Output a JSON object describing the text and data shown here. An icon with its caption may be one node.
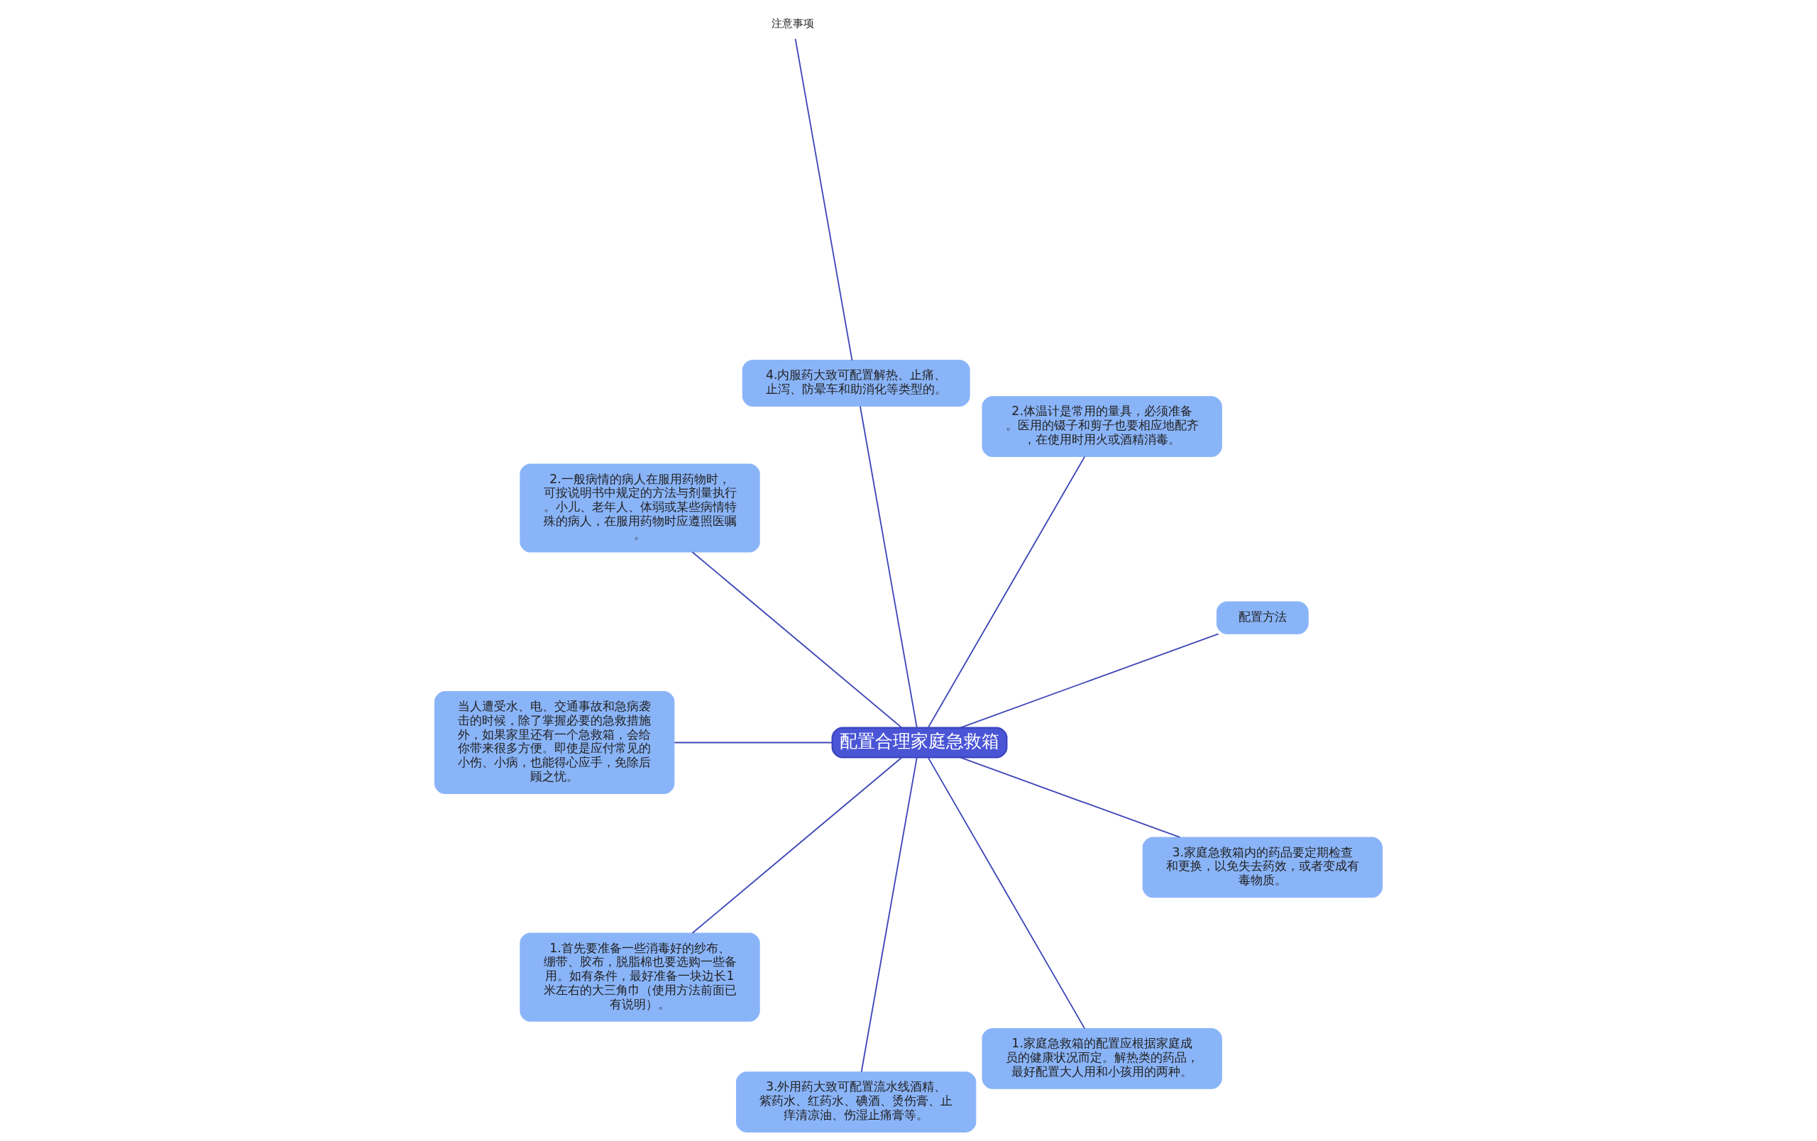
{
  "diagram": {
    "nodes": [
      {
        "text": [
          "配置合理家庭急救箱"
        ]
      },
      {
        "text": [
          "配置方法"
        ]
      },
      {
        "text": [
          "2.体温计是常用的量具，必须准备。医用的镊子和剪子也要相应地配齐，在使用时用火或酒精消毒。"
        ]
      },
      {
        "text": [
          "4.内服药大致可配置解热、止痛、止泻、防晕车和助消化等类型的。"
        ]
      },
      {
        "text": [
          "2.一般病情的病人在服用药物时，可按说明书中规定的方法与剂量执行。小儿、老年人、体弱或某些病情特殊的病人，在服用药物时应遵照医嘱。"
        ]
      },
      {
        "text": [
          "注意事项"
        ]
      },
      {
        "text": [
          "当人遭受水、电、交通事故和急病袭击的时候，除了掌握必要的急救措施外，如果家里还有一个急救箱，会给你带来很多方便。即使是应付常见的小伤、小病，也能得心应手，免除后顾之忧。"
        ]
      },
      {
        "text": [
          "1.首先要准备一些消毒好的纱布、绷带、胶布，脱脂棉也要选购一些备用。如有条件，最好准备一块边长1米左右的大三角巾（使用方法前面已有说明）。"
        ]
      },
      {
        "text": [
          "3.外用药大致可配置流水线酒精、紫药水、红药水、碘酒、烫伤膏、止痒清凉油、伤湿止痛膏等。"
        ]
      },
      {
        "text": [
          "1.家庭急救箱的配置应根据家庭成员的健康状况而定。解热类的药品，最好配置大人用和小孩用的两种。"
        ]
      },
      {
        "text": [
          "3.家庭急救箱内的药品要定期检查和更换，以免失去药效，或者变成有毒物质。"
        ]
      }
    ],
    "edges": [
      {
        "from": 0,
        "to": 1,
        "arrow": "none"
      },
      {
        "from": 0,
        "to": 2,
        "arrow": "none"
      },
      {
        "from": 0,
        "to": 3,
        "arrow": "none"
      },
      {
        "from": 0,
        "to": 4,
        "arrow": "none"
      },
      {
        "from": 3,
        "to": 5,
        "arrow": "none"
      },
      {
        "from": 0,
        "to": 6,
        "arrow": "none"
      },
      {
        "from": 0,
        "to": 7,
        "arrow": "none"
      },
      {
        "from": 0,
        "to": 8,
        "arrow": "none"
      },
      {
        "from": 0,
        "to": 9,
        "arrow": "none"
      },
      {
        "from": 0,
        "to": 10,
        "arrow": "none"
      }
    ]
  }
}
